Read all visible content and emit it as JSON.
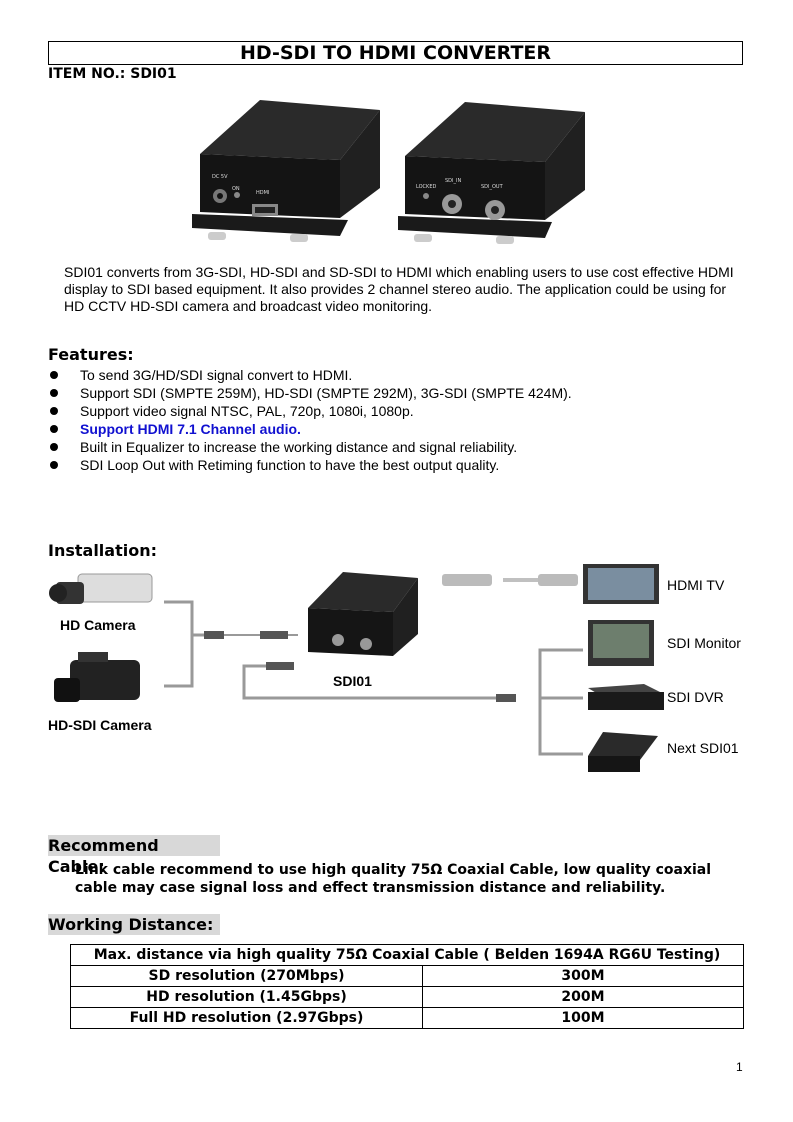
{
  "title": "HD-SDI TO HDMI CONVERTER",
  "item_no": "ITEM NO.:  SDI01",
  "product_photo": {
    "front_labels": [
      "DC 5V",
      "ON",
      "HDMI"
    ],
    "back_labels": [
      "LOCKED",
      "SDI_IN",
      "SDI_OUT"
    ]
  },
  "intro": "SDI01 converts from 3G-SDI, HD-SDI and SD-SDI to HDMI which enabling users to use cost effective HDMI display to SDI based equipment.  It also provides 2 channel stereo audio.  The application could be using for HD CCTV HD-SDI camera and broadcast video monitoring.",
  "features": {
    "heading": "Features:",
    "items": [
      "To send 3G/HD/SDI signal convert to HDMI.",
      "Support SDI (SMPTE 259M), HD-SDI (SMPTE 292M), 3G-SDI (SMPTE 424M).",
      "Support video signal NTSC, PAL, 720p, 1080i, 1080p.",
      "Support HDMI 7.1 Channel audio.",
      "Built in Equalizer to increase the working distance and signal reliability.",
      "SDI Loop Out with Retiming function to have the best output quality."
    ],
    "highlight_index": 3,
    "highlight_color": "#1010d0"
  },
  "installation": {
    "heading": "Installation:",
    "hd_camera": "HD Camera",
    "hdsdi_camera": "HD-SDI Camera",
    "device": "SDI01",
    "hdmi_tv": "HDMI TV",
    "sdi_monitor": "SDI Monitor",
    "sdi_dvr": "SDI DVR",
    "next_sdi01": "Next SDI01"
  },
  "recommend": {
    "heading": "Recommend Cable:",
    "text": "Link cable recommend to use high quality 75Ω Coaxial Cable, low quality coaxial cable may case signal loss and effect transmission distance and reliability."
  },
  "working": {
    "heading": "Working Distance:",
    "table_header": "Max. distance via high quality 75Ω Coaxial Cable ( Belden 1694A RG6U Testing)",
    "rows": [
      {
        "label": "SD resolution (270Mbps)",
        "value": "300M"
      },
      {
        "label": "HD resolution (1.45Gbps)",
        "value": "200M"
      },
      {
        "label": "Full HD resolution (2.97Gbps)",
        "value": "100M"
      }
    ]
  },
  "page_number": "1"
}
